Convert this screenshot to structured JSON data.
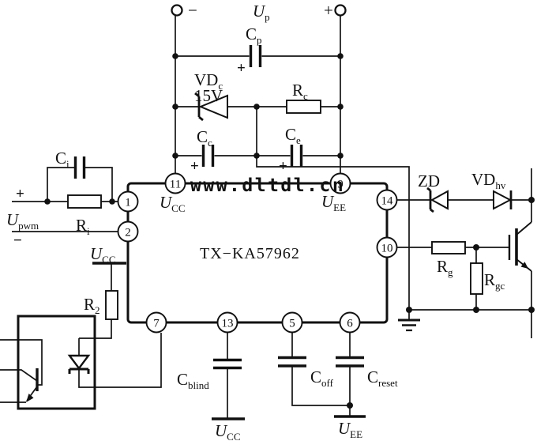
{
  "watermark": "www.dltdl.cn",
  "supply": {
    "minus": "−",
    "plus": "+",
    "up_main": "U",
    "up_sub": "p"
  },
  "components": {
    "cp": {
      "main": "C",
      "sub": "p",
      "plus": "+"
    },
    "vdc": {
      "main": "VD",
      "sub": "c",
      "value": "15V"
    },
    "rc": {
      "main": "R",
      "sub": "c"
    },
    "cc": {
      "main": "C",
      "sub": "c",
      "plus": "+"
    },
    "ce": {
      "main": "C",
      "sub": "e",
      "plus": "+"
    },
    "ci": {
      "main": "C",
      "sub": "i"
    },
    "ri": {
      "main": "R",
      "sub": "i"
    },
    "r2": {
      "main": "R",
      "sub": "2"
    },
    "zd": {
      "main": "ZD"
    },
    "vdhv": {
      "main": "VD",
      "sub": "hv"
    },
    "rg": {
      "main": "R",
      "sub": "g"
    },
    "rgc": {
      "main": "R",
      "sub": "gc"
    },
    "cblind": {
      "main": "C",
      "sub": "blind"
    },
    "coff": {
      "main": "C",
      "sub": "off"
    },
    "creset": {
      "main": "C",
      "sub": "reset"
    }
  },
  "input": {
    "plus": "+",
    "minus": "−",
    "upwm_main": "U",
    "upwm_sub": "pwm"
  },
  "rails": {
    "ucc_left": {
      "main": "U",
      "sub": "CC"
    },
    "ucc_bottom": {
      "main": "U",
      "sub": "CC"
    },
    "uee_bottom": {
      "main": "U",
      "sub": "EE"
    }
  },
  "ic": {
    "part_number": "TX−KA57962",
    "ucc_pin_label": {
      "main": "U",
      "sub": "CC"
    },
    "uee_pin_label": {
      "main": "U",
      "sub": "EE"
    },
    "pins": {
      "p1": "1",
      "p2": "2",
      "p5": "5",
      "p6": "6",
      "p7": "7",
      "p9": "9",
      "p10": "10",
      "p11": "11",
      "p13": "13",
      "p14": "14"
    }
  }
}
